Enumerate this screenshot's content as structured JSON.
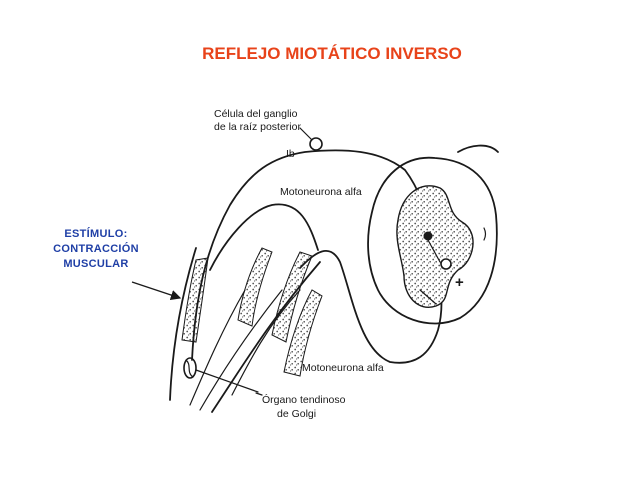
{
  "title": "REFLEJO MIOTÁTICO INVERSO",
  "stimulus": {
    "line1": "ESTÍMULO:",
    "line2": "CONTRACCIÓN",
    "line3": "MUSCULAR"
  },
  "diagram_labels": {
    "ganglion_line1": "Célula del ganglio",
    "ganglion_line2": "de la raíz posterior",
    "fiber": "Ib",
    "motoneuron_top": "Motoneurona alfa",
    "motoneuron_bottom": "Motoneurona alfa",
    "golgi_line1": "Órgano tendinoso",
    "golgi_line2": "de Golgi",
    "plus_sign": "+"
  },
  "colors": {
    "title": "#e8431a",
    "stimulus": "#1f3fa6",
    "ink": "#1a1a1a"
  }
}
